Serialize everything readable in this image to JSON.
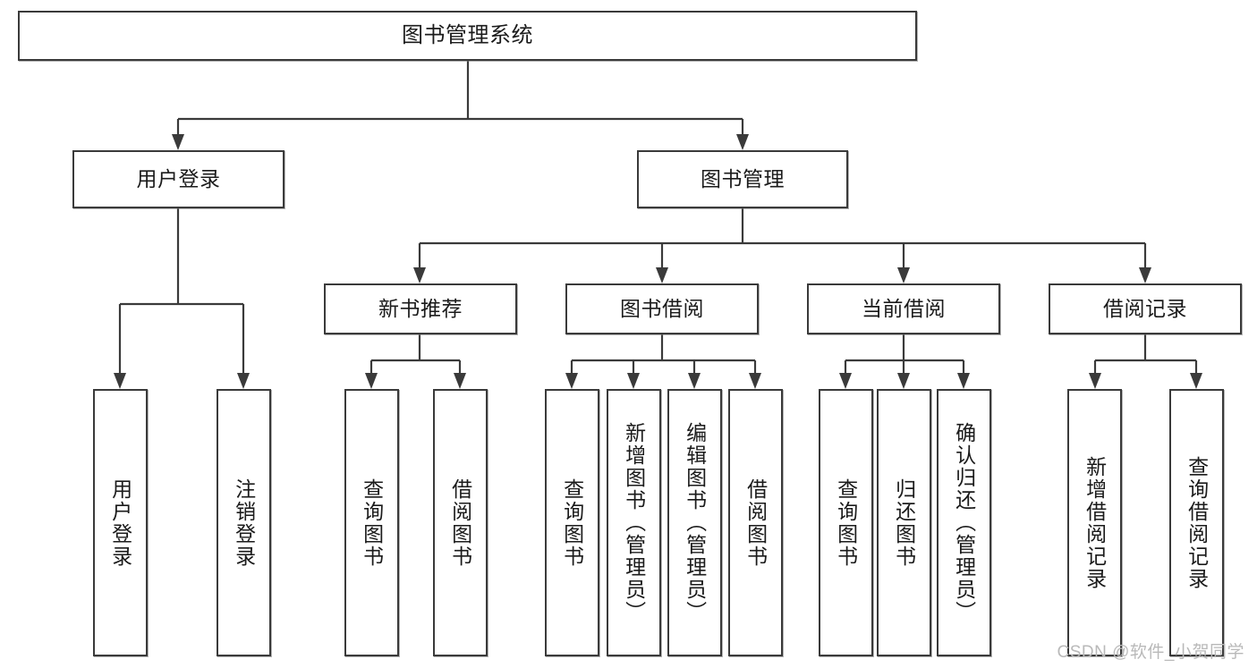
{
  "diagram": {
    "title": "图书管理系统",
    "type": "hierarchy-tree",
    "root": {
      "label": "图书管理系统"
    },
    "level2": [
      {
        "label": "用户登录"
      },
      {
        "label": "图书管理"
      }
    ],
    "level3": [
      {
        "label": "新书推荐"
      },
      {
        "label": "图书借阅"
      },
      {
        "label": "当前借阅"
      },
      {
        "label": "借阅记录"
      }
    ],
    "leaves": {
      "user_login": [
        {
          "label": "用户登录"
        },
        {
          "label": "注销登录"
        }
      ],
      "new_book": [
        {
          "label": "查询图书"
        },
        {
          "label": "借阅图书"
        }
      ],
      "book_borrow": [
        {
          "label": "查询图书"
        },
        {
          "label": "新增图书（管理员）"
        },
        {
          "label": "编辑图书（管理员）"
        },
        {
          "label": "借阅图书"
        }
      ],
      "current_borrow": [
        {
          "label": "查询图书"
        },
        {
          "label": "归还图书"
        },
        {
          "label": "确认归还（管理员）"
        }
      ],
      "borrow_record": [
        {
          "label": "新增借阅记录"
        },
        {
          "label": "查询借阅记录"
        }
      ]
    }
  },
  "watermark": {
    "text": "CSDN @软件_小贺同学"
  },
  "colors": {
    "stroke": "#3a3a3a",
    "text": "#1b1b1b",
    "background": "#ffffff",
    "watermark": "#b9b9b9"
  }
}
